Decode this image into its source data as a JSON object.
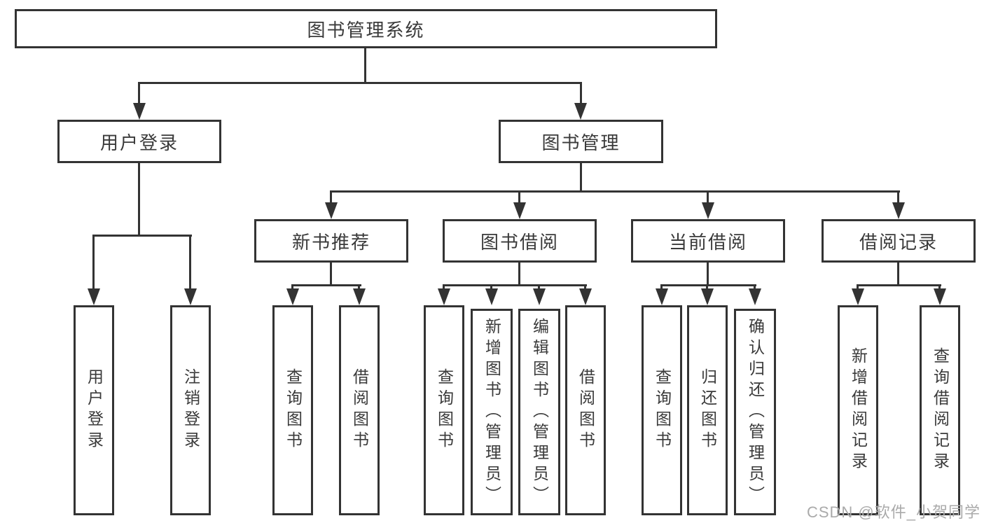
{
  "diagram": {
    "root": {
      "label": "图书管理系统"
    },
    "children": [
      {
        "label": "用户登录",
        "children": [
          {
            "label": "用户登录"
          },
          {
            "label": "注销登录"
          }
        ]
      },
      {
        "label": "图书管理",
        "children": [
          {
            "label": "新书推荐",
            "children": [
              {
                "label": "查询图书"
              },
              {
                "label": "借阅图书"
              }
            ]
          },
          {
            "label": "图书借阅",
            "children": [
              {
                "label": "查询图书"
              },
              {
                "label": "新增图书（管理员）"
              },
              {
                "label": "编辑图书（管理员）"
              },
              {
                "label": "借阅图书"
              }
            ]
          },
          {
            "label": "当前借阅",
            "children": [
              {
                "label": "查询图书"
              },
              {
                "label": "归还图书"
              },
              {
                "label": "确认归还（管理员）"
              }
            ]
          },
          {
            "label": "借阅记录",
            "children": [
              {
                "label": "新增借阅记录"
              },
              {
                "label": "查询借阅记录"
              }
            ]
          }
        ]
      }
    ]
  },
  "watermark": {
    "text": "CSDN @软件_小贺同学"
  },
  "colors": {
    "line": "#333333",
    "text": "#3a3a3a",
    "watermark": "#aaaaaa",
    "bg": "#ffffff"
  }
}
